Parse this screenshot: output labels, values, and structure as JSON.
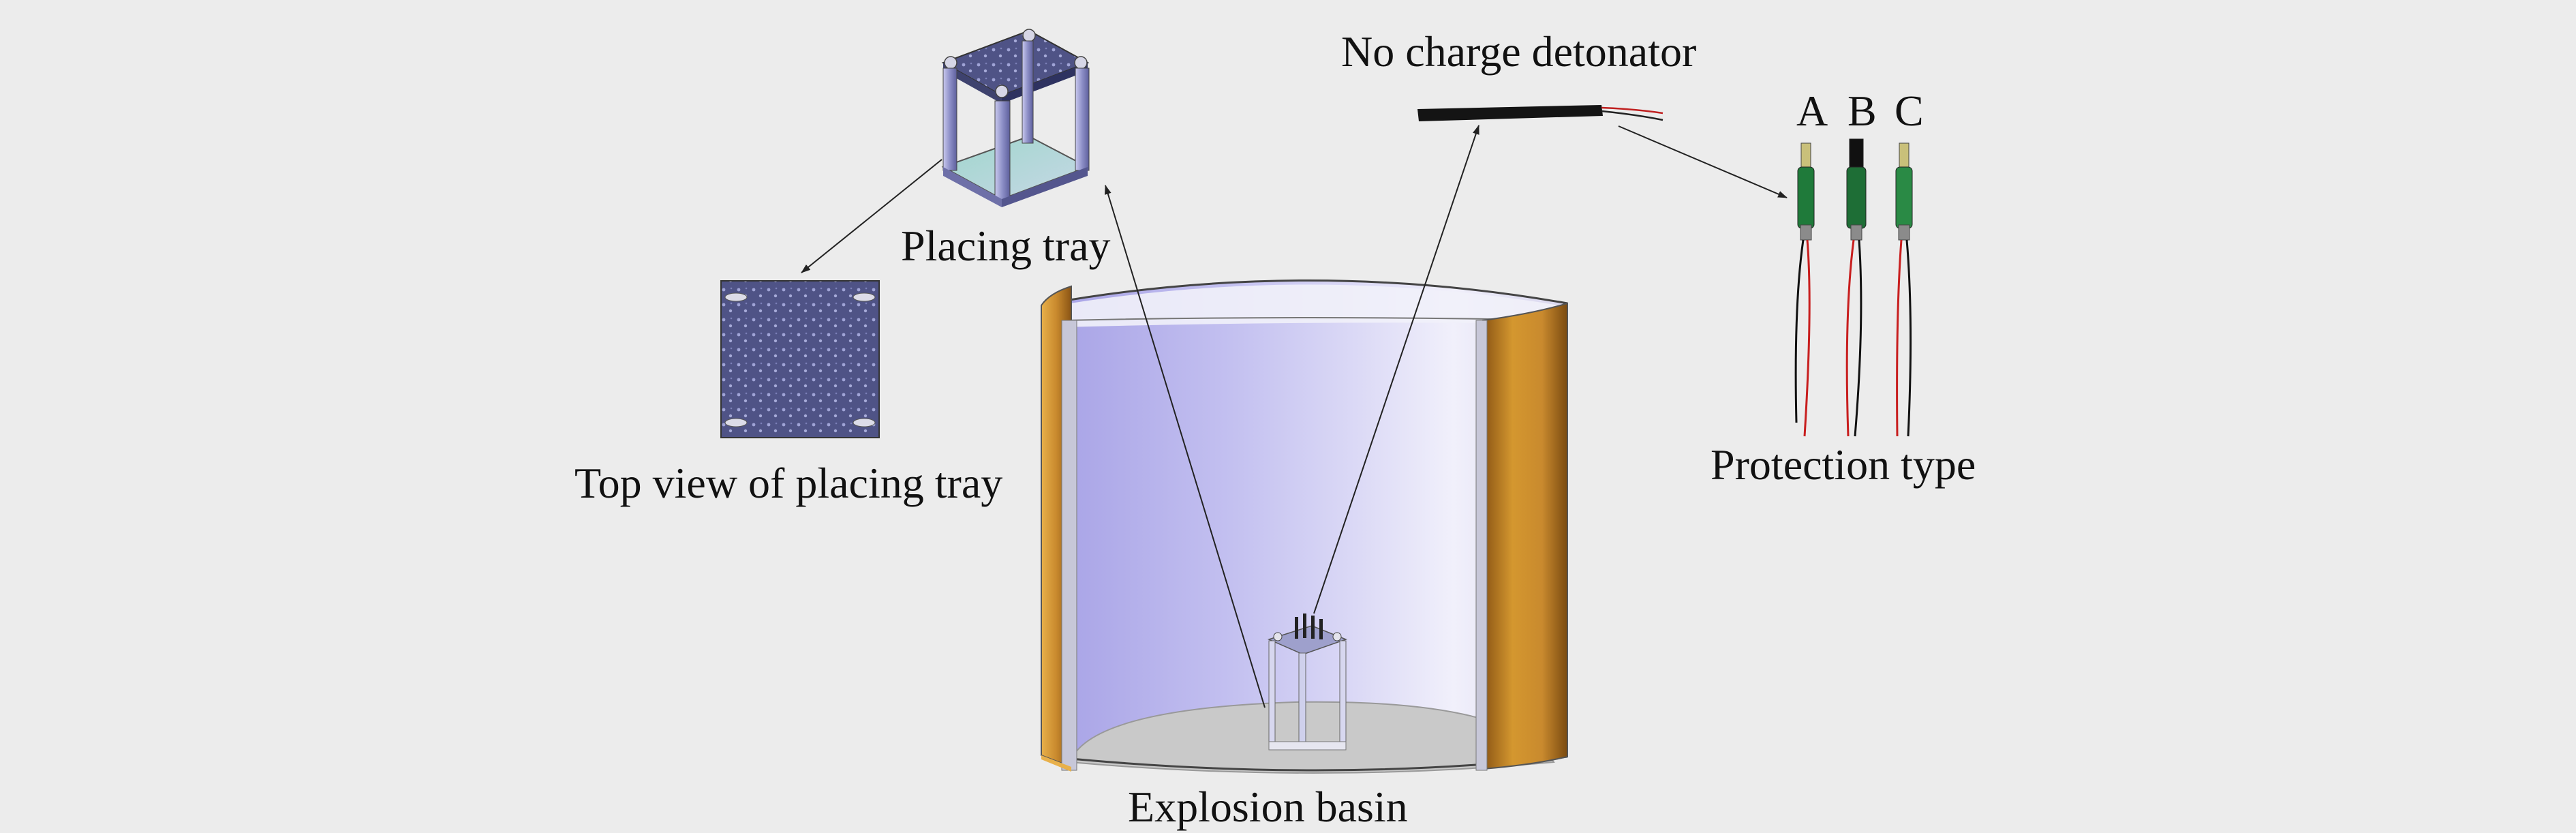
{
  "labels": {
    "placing_tray": "Placing tray",
    "top_view": "Top view of placing tray",
    "detonator": "No charge detonator",
    "protection_type": "Protection type",
    "explosion_basin": "Explosion basin",
    "type_a": "A",
    "type_b": "B",
    "type_c": "C"
  },
  "colors": {
    "background": "#ececec",
    "basin_wall": "#c98a2e",
    "basin_inner": "#b7b4ea",
    "tray_plate": "#5a5e8e",
    "detonator_body": "#1f7a3a"
  }
}
